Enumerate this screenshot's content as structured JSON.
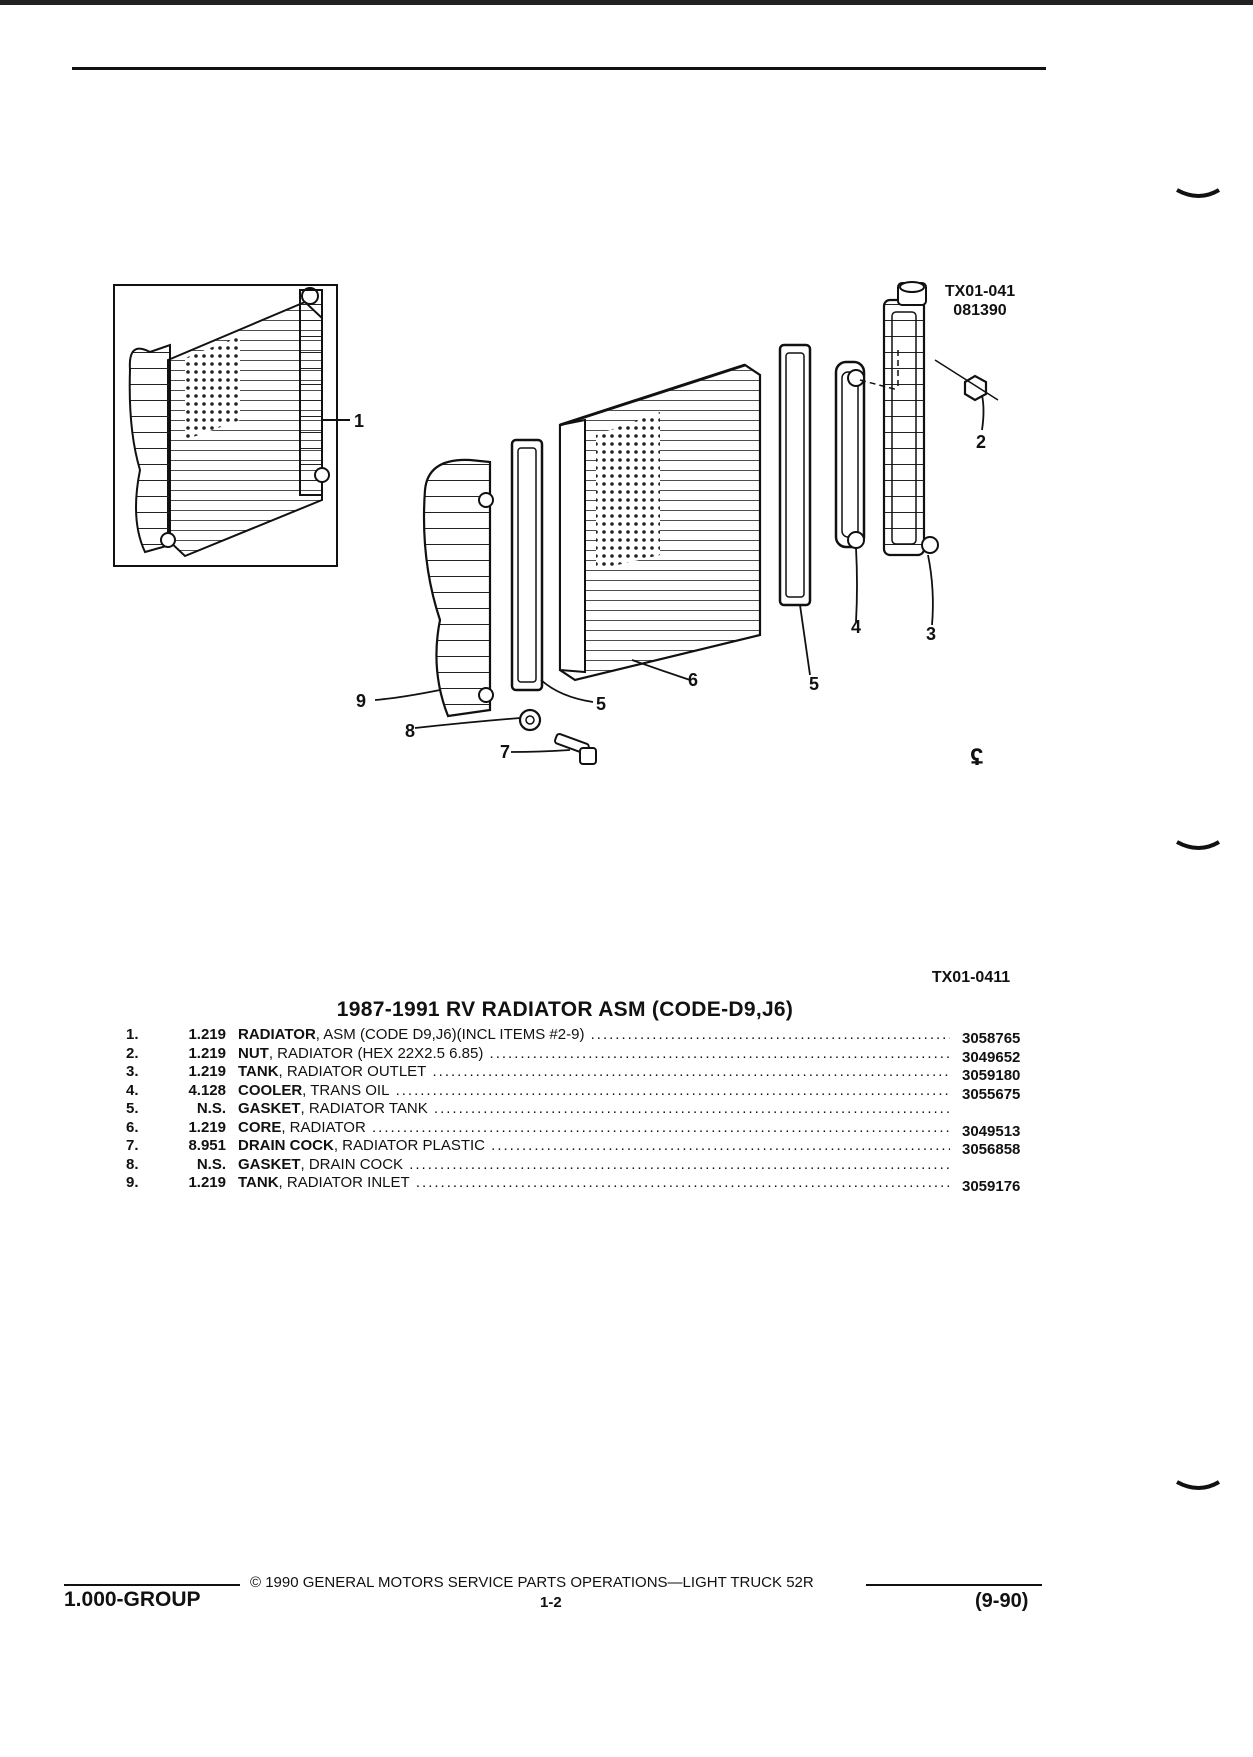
{
  "figure": {
    "image_code": "TX01-041",
    "image_date": "081390",
    "ref_code": "TX01-0411",
    "callouts": [
      "1",
      "2",
      "3",
      "4",
      "5",
      "5",
      "6",
      "7",
      "8",
      "9"
    ],
    "symbol": "ʢ"
  },
  "title": "1987-1991 RV RADIATOR ASM (CODE-D9,J6)",
  "parts": [
    {
      "item": "1.",
      "group": "1.219",
      "name": "RADIATOR",
      "desc": ", ASM (CODE D9,J6)(INCL ITEMS #2-9)",
      "part_number": "3058765"
    },
    {
      "item": "2.",
      "group": "1.219",
      "name": "NUT",
      "desc": ", RADIATOR (HEX 22X2.5 6.85)",
      "part_number": "3049652"
    },
    {
      "item": "3.",
      "group": "1.219",
      "name": "TANK",
      "desc": ", RADIATOR OUTLET",
      "part_number": "3059180"
    },
    {
      "item": "4.",
      "group": "4.128",
      "name": "COOLER",
      "desc": ", TRANS OIL",
      "part_number": "3055675"
    },
    {
      "item": "5.",
      "group": "N.S.",
      "name": "GASKET",
      "desc": ", RADIATOR TANK",
      "part_number": ""
    },
    {
      "item": "6.",
      "group": "1.219",
      "name": "CORE",
      "desc": ", RADIATOR",
      "part_number": "3049513"
    },
    {
      "item": "7.",
      "group": "8.951",
      "name": "DRAIN COCK",
      "desc": ", RADIATOR PLASTIC",
      "part_number": "3056858"
    },
    {
      "item": "8.",
      "group": "N.S.",
      "name": "GASKET",
      "desc": ", DRAIN COCK",
      "part_number": ""
    },
    {
      "item": "9.",
      "group": "1.219",
      "name": "TANK",
      "desc": ", RADIATOR INLET",
      "part_number": "3059176"
    }
  ],
  "footer": {
    "group": "1.000-GROUP",
    "copyright": "© 1990 GENERAL MOTORS SERVICE PARTS OPERATIONS—LIGHT TRUCK 52R",
    "page": "1-2",
    "revision": "(9-90)"
  }
}
